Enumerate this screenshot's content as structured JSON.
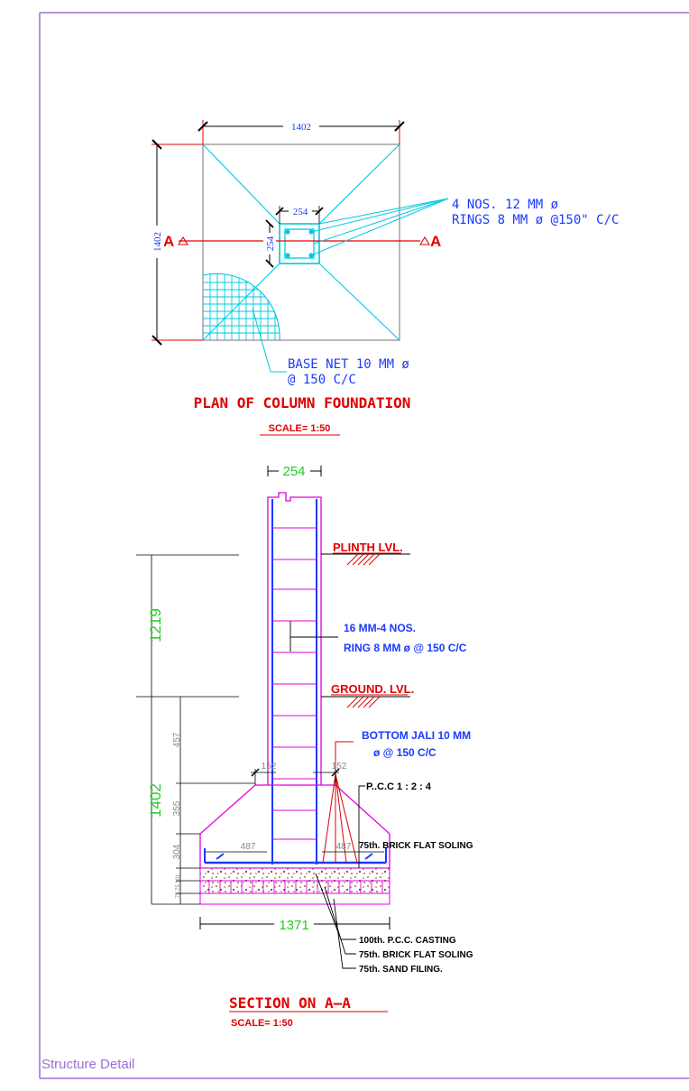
{
  "sheet": {
    "caption": "Structure Detail"
  },
  "plan": {
    "dim_top": "1402",
    "dim_left": "1402",
    "dim_col_w": "254",
    "dim_col_h": "254",
    "section_mark_left": "A",
    "section_mark_right": "A",
    "note_bars_1": "4 NOS. 12 MM ø",
    "note_bars_2": "RINGS 8 MM ø @150\" C/C",
    "note_base_1": "BASE NET 10 MM ø",
    "note_base_2": "@ 150 C/C",
    "title": "PLAN OF COLUMN FOUNDATION",
    "scale": "SCALE= 1:50"
  },
  "section": {
    "dim_col": "254",
    "dim_1219": "1219",
    "dim_1402": "1402",
    "dim_457": "457",
    "dim_355": "355",
    "dim_304": "304",
    "dim_small": "75 75 101",
    "dim_152_left": "152",
    "dim_152_right": "152",
    "dim_487_left": "487",
    "dim_487_right": "487",
    "dim_1371": "1371",
    "plinth": "PLINTH LVL.",
    "ground": "GROUND. LVL.",
    "bars_1": "16 MM-4 NOS.",
    "bars_2": "RING 8 MM ø @ 150 C/C",
    "jali_1": "BOTTOM JALI 10 MM",
    "jali_2": "ø @ 150 C/C",
    "pcc": "P..C.C 1 : 2 : 4",
    "brick_top": "75th. BRICK FLAT SOLING",
    "layer_pcc": "100th. P.C.C. CASTING",
    "layer_brick": "75th. BRICK FLAT SOLING",
    "layer_sand": "75th. SAND FILING.",
    "title": "SECTION ON A–A",
    "scale": "SCALE= 1:50"
  }
}
